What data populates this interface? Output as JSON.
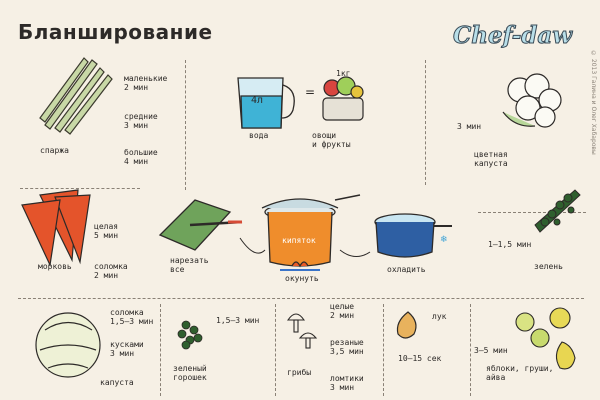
{
  "title": "Бланширование",
  "logo": "Chef-daw",
  "copyright": "© 2013 Галина и Олег Хабаровы",
  "center": {
    "water_label": "вода",
    "water_volume": "4л",
    "veg_label": "овощи\nи фрукты",
    "veg_amount": "1кг",
    "pot_label": "кипяток",
    "cut_label": "нарезать\nвсе",
    "boil_label": "окунуть",
    "cool_label": "охладить"
  },
  "items": [
    {
      "name": "спаржа",
      "times": [
        "маленькие\n2 мин",
        "средние\n3 мин",
        "большие\n4 мин"
      ]
    },
    {
      "name": "цветная\nкапуста",
      "times": [
        "3 мин"
      ]
    },
    {
      "name": "морковь",
      "times": [
        "целая\n5 мин",
        "соломка\n2 мин"
      ]
    },
    {
      "name": "зелень",
      "times": [
        "1–1,5 мин"
      ]
    },
    {
      "name": "капуста",
      "times": [
        "соломка\n1,5–3 мин",
        "кусками\n3 мин"
      ]
    },
    {
      "name": "зеленый\nгорошек",
      "times": [
        "1,5–3 мин"
      ]
    },
    {
      "name": "грибы",
      "times": [
        "целые\n2 мин",
        "резаные\n3,5 мин",
        "ломтики\n3 мин"
      ]
    },
    {
      "name": "лук",
      "times": [
        "10–15 сек"
      ]
    },
    {
      "name": "яблоки, груши,\nайва",
      "times": [
        "3–5 мин"
      ]
    }
  ]
}
